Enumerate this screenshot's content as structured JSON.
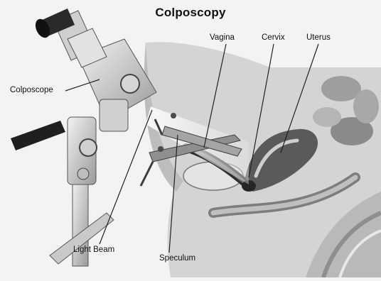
{
  "diagram": {
    "title": "Colposcopy",
    "labels": {
      "vagina": "Vagina",
      "cervix": "Cervix",
      "uterus": "Uterus",
      "colposcope": "Colposcope",
      "light_beam": "Light Beam",
      "speculum": "Speculum"
    },
    "colors": {
      "background": "#f3f3f3",
      "device_body": "#d9d9d9",
      "tissue_light": "#d2d2d2",
      "tissue_dark": "#3a3a3a"
    }
  }
}
